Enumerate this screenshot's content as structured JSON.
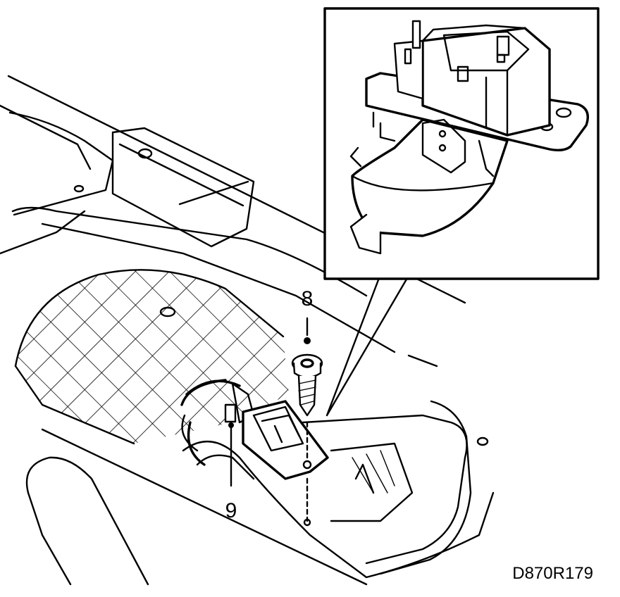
{
  "figure": {
    "callouts": [
      {
        "id": "8",
        "label": "8"
      },
      {
        "id": "9",
        "label": "9"
      }
    ],
    "drawing_code": "D870R179",
    "colors": {
      "ink": "#000000",
      "paper": "#ffffff"
    }
  }
}
